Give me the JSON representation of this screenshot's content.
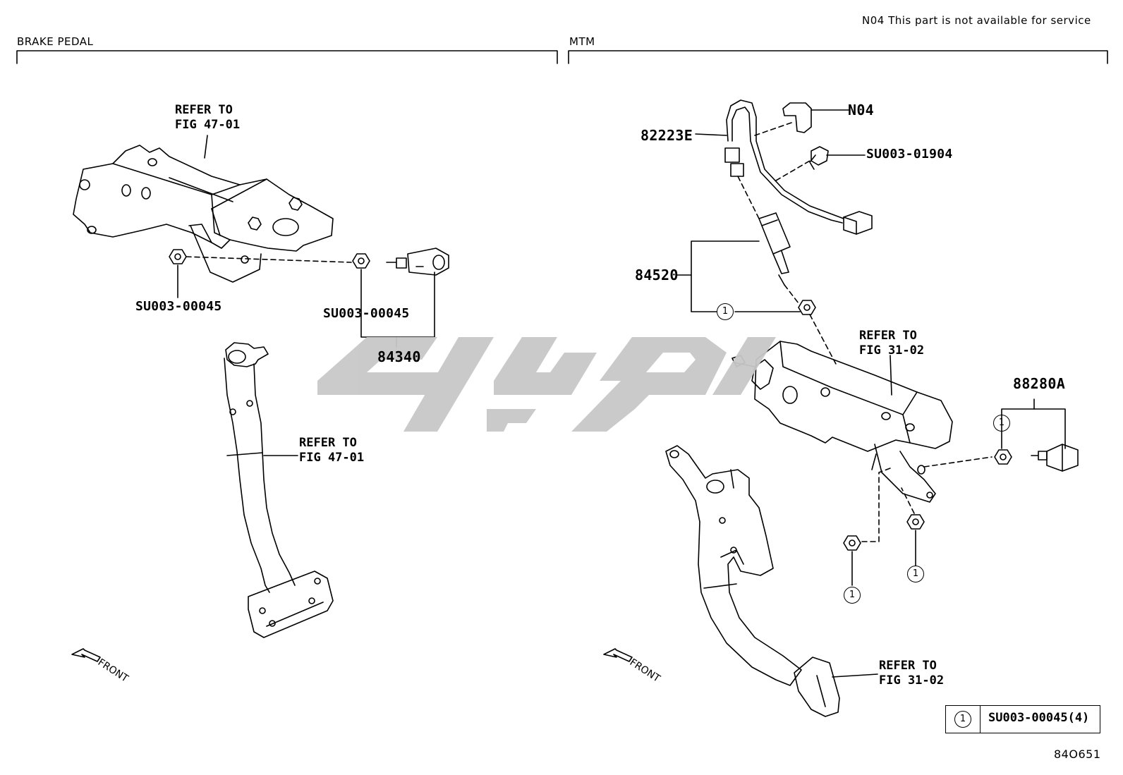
{
  "header": {
    "note": "N04 This part is not available for service",
    "left_section": "BRAKE PEDAL",
    "right_section": "MTM"
  },
  "labels": {
    "refer_fig_47_top": [
      "REFER TO",
      "FIG 47-01"
    ],
    "refer_fig_47_mid": [
      "REFER TO",
      "FIG 47-01"
    ],
    "refer_fig_31_top": [
      "REFER TO",
      "FIG 31-02"
    ],
    "refer_fig_31_bottom": [
      "REFER TO",
      "FIG 31-02"
    ],
    "nut_left": "SU003-00045",
    "nut_center": "SU003-00045",
    "part_84340": "84340",
    "part_82223E": "82223E",
    "part_N04": "N04",
    "clip": "SU003-01904",
    "part_84520": "84520",
    "part_88280A": "88280A",
    "front_left": "FRONT",
    "front_right": "FRONT",
    "circle_ref": "1"
  },
  "legend": {
    "symbol": "1",
    "text": "SU003-00045(4)"
  },
  "figure_id": "84O651",
  "watermark_color": "#c8c8c8"
}
